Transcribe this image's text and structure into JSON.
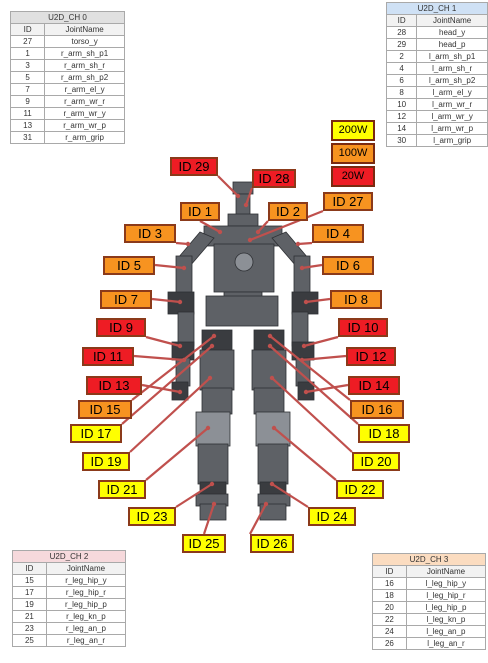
{
  "tables": {
    "ch0": {
      "title": "U2D_CH 0",
      "headers": [
        "ID",
        "JointName"
      ],
      "rows": [
        [
          "27",
          "torso_y"
        ],
        [
          "1",
          "r_arm_sh_p1"
        ],
        [
          "3",
          "r_arm_sh_r"
        ],
        [
          "5",
          "r_arm_sh_p2"
        ],
        [
          "7",
          "r_arm_el_y"
        ],
        [
          "9",
          "r_arm_wr_r"
        ],
        [
          "11",
          "r_arm_wr_y"
        ],
        [
          "13",
          "r_arm_wr_p"
        ],
        [
          "31",
          "r_arm_grip"
        ]
      ]
    },
    "ch1": {
      "title": "U2D_CH 1",
      "headers": [
        "ID",
        "JointName"
      ],
      "rows": [
        [
          "28",
          "head_y"
        ],
        [
          "29",
          "head_p"
        ],
        [
          "2",
          "l_arm_sh_p1"
        ],
        [
          "4",
          "l_arm_sh_r"
        ],
        [
          "6",
          "l_arm_sh_p2"
        ],
        [
          "8",
          "l_arm_el_y"
        ],
        [
          "10",
          "l_arm_wr_r"
        ],
        [
          "12",
          "l_arm_wr_y"
        ],
        [
          "14",
          "l_arm_wr_p"
        ],
        [
          "30",
          "l_arm_grip"
        ]
      ]
    },
    "ch2": {
      "title": "U2D_CH 2",
      "headers": [
        "ID",
        "JointName"
      ],
      "rows": [
        [
          "15",
          "r_leg_hip_y"
        ],
        [
          "17",
          "r_leg_hip_r"
        ],
        [
          "19",
          "r_leg_hip_p"
        ],
        [
          "21",
          "r_leg_kn_p"
        ],
        [
          "23",
          "r_leg_an_p"
        ],
        [
          "25",
          "r_leg_an_r"
        ]
      ]
    },
    "ch3": {
      "title": "U2D_CH 3",
      "headers": [
        "ID",
        "JointName"
      ],
      "rows": [
        [
          "16",
          "l_leg_hip_y"
        ],
        [
          "18",
          "l_leg_hip_r"
        ],
        [
          "20",
          "l_leg_hip_p"
        ],
        [
          "22",
          "l_leg_kn_p"
        ],
        [
          "24",
          "l_leg_an_p"
        ],
        [
          "26",
          "l_leg_an_r"
        ]
      ]
    }
  },
  "legend": [
    {
      "label": "200W",
      "color": "#ffff00"
    },
    {
      "label": "100W",
      "color": "#f79320"
    },
    {
      "label": "20W",
      "color": "#ee1c24"
    }
  ],
  "id_labels": [
    {
      "text": "ID 29",
      "power": "20W"
    },
    {
      "text": "ID 28",
      "power": "20W"
    },
    {
      "text": "ID 1",
      "power": "100W"
    },
    {
      "text": "ID 2",
      "power": "100W"
    },
    {
      "text": "ID 27",
      "power": "100W"
    },
    {
      "text": "ID 3",
      "power": "100W"
    },
    {
      "text": "ID 4",
      "power": "100W"
    },
    {
      "text": "ID 5",
      "power": "100W"
    },
    {
      "text": "ID 6",
      "power": "100W"
    },
    {
      "text": "ID 7",
      "power": "100W"
    },
    {
      "text": "ID 8",
      "power": "100W"
    },
    {
      "text": "ID 9",
      "power": "20W"
    },
    {
      "text": "ID 10",
      "power": "20W"
    },
    {
      "text": "ID 11",
      "power": "20W"
    },
    {
      "text": "ID 12",
      "power": "20W"
    },
    {
      "text": "ID 13",
      "power": "20W"
    },
    {
      "text": "ID 14",
      "power": "20W"
    },
    {
      "text": "ID 15",
      "power": "100W"
    },
    {
      "text": "ID 16",
      "power": "100W"
    },
    {
      "text": "ID 17",
      "power": "200W"
    },
    {
      "text": "ID 18",
      "power": "200W"
    },
    {
      "text": "ID 19",
      "power": "200W"
    },
    {
      "text": "ID 20",
      "power": "200W"
    },
    {
      "text": "ID 21",
      "power": "200W"
    },
    {
      "text": "ID 22",
      "power": "200W"
    },
    {
      "text": "ID 23",
      "power": "200W"
    },
    {
      "text": "ID 24",
      "power": "200W"
    },
    {
      "text": "ID 25",
      "power": "200W"
    },
    {
      "text": "ID 26",
      "power": "200W"
    }
  ],
  "colors": {
    "leader_line": "#c0504d",
    "label_border": "#8b3a1a",
    "robot_body": "#5e6166",
    "robot_dark": "#3a3c40",
    "robot_light": "#8c9096"
  }
}
